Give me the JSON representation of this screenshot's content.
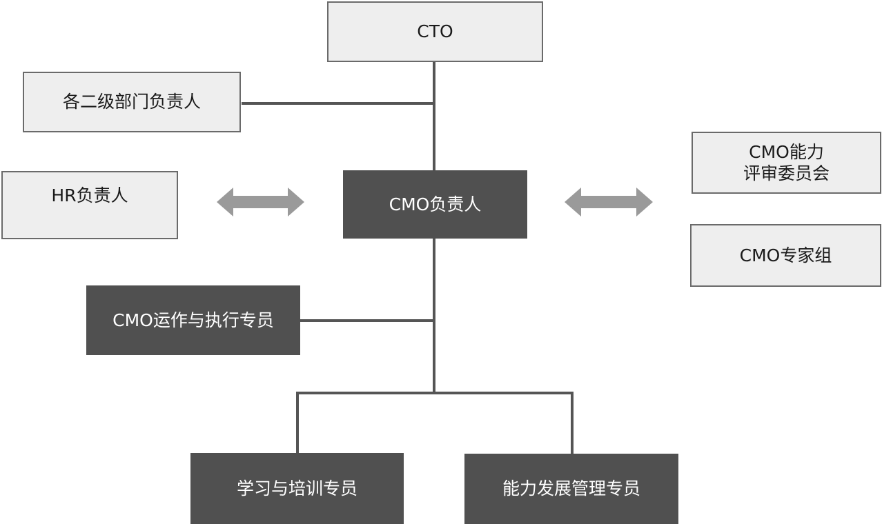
{
  "nodes": {
    "cto": "CTO",
    "dept_heads": "各二级部门负责人",
    "hr_head": "HR负责人",
    "cmo_head": "CMO负责人",
    "cmo_committee": "CMO能力\n评审委员会",
    "cmo_expert_group": "CMO专家组",
    "cmo_ops": "CMO运作与执行专员",
    "learning_training": "学习与培训专员",
    "capability_dev": "能力发展管理专员"
  },
  "colors": {
    "light_fill": "#eeeeee",
    "dark_fill": "#505050",
    "line": "#555555",
    "arrow": "#9a9a9a"
  }
}
